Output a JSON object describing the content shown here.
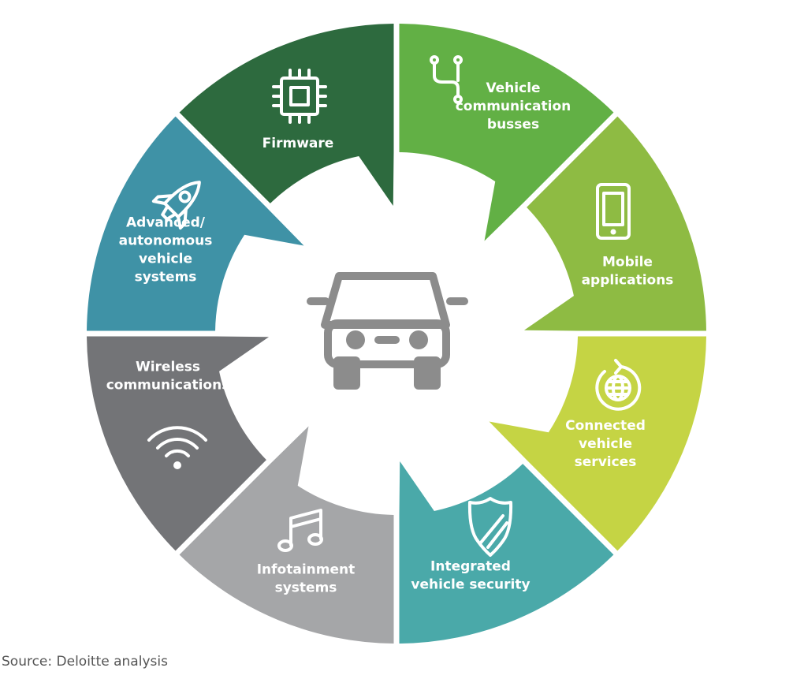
{
  "segments": [
    {
      "id": "firmware",
      "lines": [
        "Firmware"
      ],
      "color": "#2d6a3e",
      "icon": "chip-icon"
    },
    {
      "id": "vehicle-communication-busses",
      "lines": [
        "Vehicle",
        "communication",
        "busses"
      ],
      "color": "#62b045",
      "icon": "bus-connector-icon"
    },
    {
      "id": "mobile-applications",
      "lines": [
        "Mobile",
        "applications"
      ],
      "color": "#8ebb43",
      "icon": "smartphone-icon"
    },
    {
      "id": "connected-vehicle-services",
      "lines": [
        "Connected",
        "vehicle",
        "services"
      ],
      "color": "#c5d444",
      "icon": "globe-refresh-icon"
    },
    {
      "id": "integrated-vehicle-security",
      "lines": [
        "Integrated",
        "vehicle security"
      ],
      "color": "#4aa9a9",
      "icon": "shield-icon"
    },
    {
      "id": "infotainment-systems",
      "lines": [
        "Infotainment",
        "systems"
      ],
      "color": "#a5a6a8",
      "icon": "music-note-icon"
    },
    {
      "id": "wireless-communications",
      "lines": [
        "Wireless",
        "communications"
      ],
      "color": "#737477",
      "icon": "wifi-icon"
    },
    {
      "id": "advanced-autonomous-vehicle-systems",
      "lines": [
        "Advanced/",
        "autonomous",
        "vehicle",
        "systems"
      ],
      "color": "#3f92a6",
      "icon": "rocket-icon"
    }
  ],
  "center_icon": "car-icon",
  "source": "Source: Deloitte analysis"
}
